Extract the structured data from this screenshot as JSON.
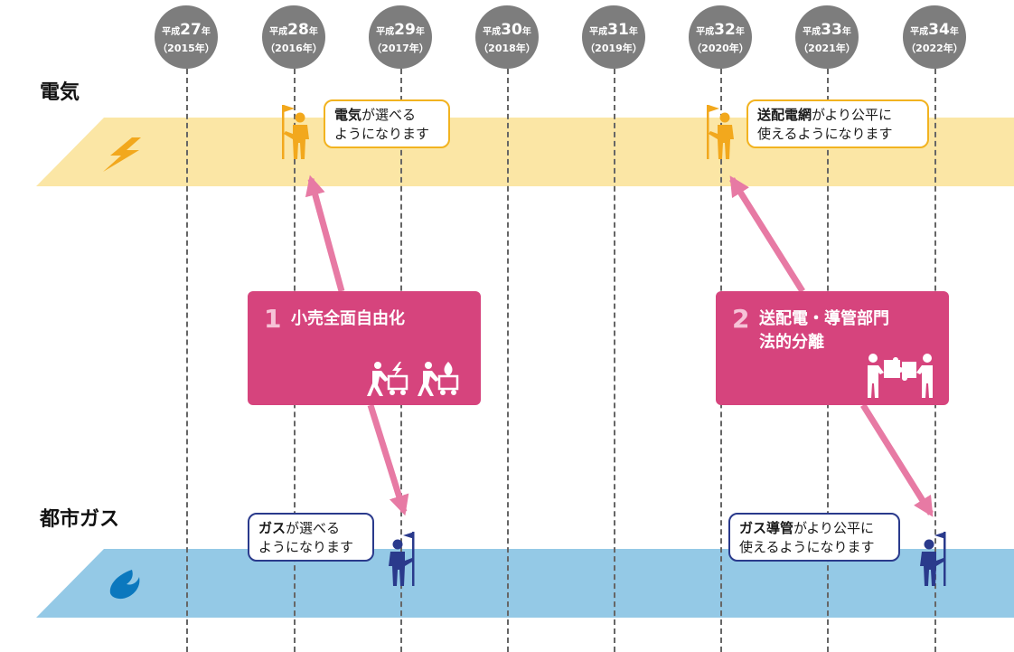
{
  "years": [
    {
      "era": "平成",
      "num": "27",
      "suffix": "年",
      "ad": "（2015年）"
    },
    {
      "era": "平成",
      "num": "28",
      "suffix": "年",
      "ad": "（2016年）"
    },
    {
      "era": "平成",
      "num": "29",
      "suffix": "年",
      "ad": "（2017年）"
    },
    {
      "era": "平成",
      "num": "30",
      "suffix": "年",
      "ad": "（2018年）"
    },
    {
      "era": "平成",
      "num": "31",
      "suffix": "年",
      "ad": "（2019年）"
    },
    {
      "era": "平成",
      "num": "32",
      "suffix": "年",
      "ad": "（2020年）"
    },
    {
      "era": "平成",
      "num": "33",
      "suffix": "年",
      "ad": "（2021年）"
    },
    {
      "era": "平成",
      "num": "34",
      "suffix": "年",
      "ad": "（2022年）"
    }
  ],
  "sections": {
    "electricity": {
      "label": "電気"
    },
    "gas": {
      "label": "都市ガス"
    }
  },
  "bubbles": {
    "elec_retail": {
      "highlight": "電気",
      "rest1": "が選べる",
      "line2": "ようになります"
    },
    "elec_grid": {
      "highlight": "送配電網",
      "rest1": "がより公平に",
      "line2": "使えるようになります"
    },
    "gas_retail": {
      "highlight": "ガス",
      "rest1": "が選べる",
      "line2": "ようになります"
    },
    "gas_pipe": {
      "highlight": "ガス導管",
      "rest1": "がより公平に",
      "line2": "使えるようになります"
    }
  },
  "reforms": [
    {
      "number": "1",
      "line1": "小売全面自由化",
      "line2": ""
    },
    {
      "number": "2",
      "line1": "送配電・導管部門",
      "line2": "法的分離"
    }
  ],
  "colors": {
    "pink": "#d6447d",
    "arrow": "#e77aa4",
    "elec_band": "#fbe6a5",
    "gas_band": "#94c9e6",
    "elec_person": "#f2a81d",
    "gas_person": "#2a3a8c",
    "year_circle": "#7d7d7d"
  },
  "icons": [
    "lightning-icon",
    "gas-flame-icon",
    "person-flag-icon",
    "shopping-cart-people-icon",
    "puzzle-people-icon"
  ]
}
